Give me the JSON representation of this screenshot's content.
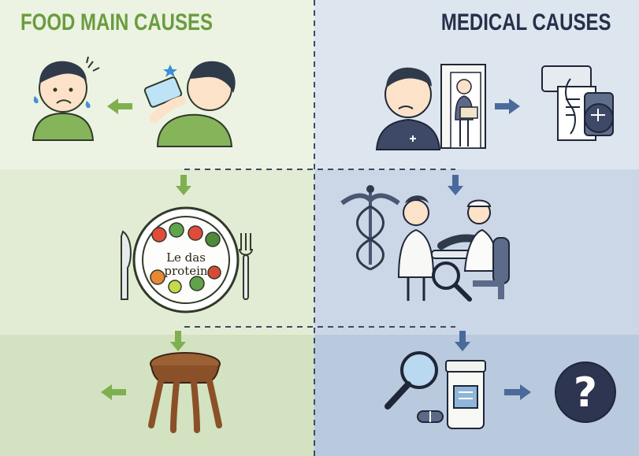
{
  "left_panel": {
    "title": "FOOD MAIN CAUSES",
    "plate_text": [
      "Le das",
      "protein"
    ]
  },
  "right_panel": {
    "title": "MEDICAL CAUSES",
    "mystery_symbol": "?"
  },
  "colors": {
    "green_bg_1": "#ecf3e2",
    "green_bg_2": "#e2ecd4",
    "green_bg_3": "#d3e2c1",
    "blue_bg_1": "#dde5ef",
    "blue_bg_2": "#cbd7e6",
    "blue_bg_3": "#b9c9de",
    "green_accent": "#6a9c3f",
    "navy_accent": "#26304a",
    "arrow_green": "#7fb04f",
    "arrow_blue": "#4a6a9b"
  },
  "icons": {
    "food": [
      "sad-sweating-person-icon",
      "person-drinking-icon",
      "food-plate-icon",
      "fork-icon",
      "knife-icon",
      "wooden-stool-icon"
    ],
    "medical": [
      "worried-patient-icon",
      "doorway-staff-icon",
      "medical-records-icon",
      "caduceus-icon",
      "doctor-examination-icon",
      "magnifier-pill-bottle-icon",
      "question-mark-icon"
    ]
  }
}
